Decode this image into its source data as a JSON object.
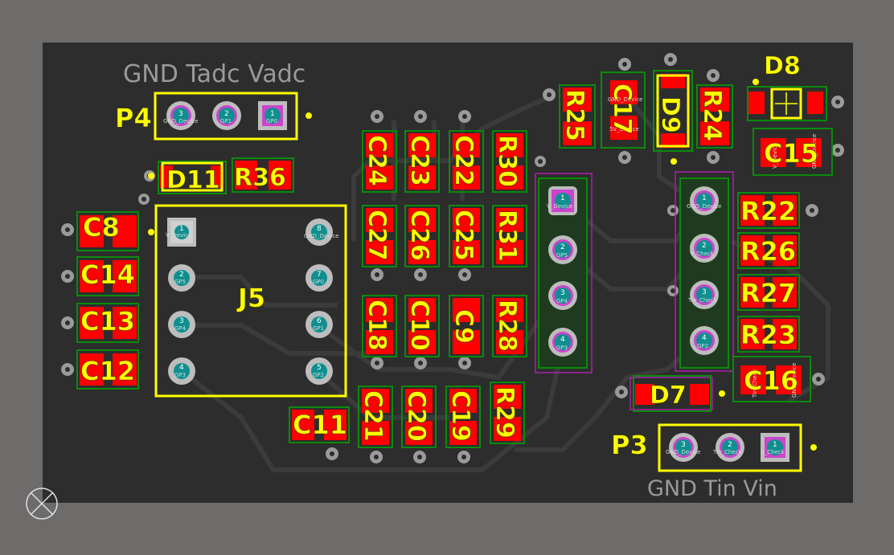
{
  "colors": {
    "background": "#6e6b6b",
    "board": "#2d2d2d",
    "trace": "#3a3a3a",
    "pad": "#ff0000",
    "silkscreen": "#ffff00",
    "courtyard": "#0b8a0b",
    "text_grey": "#9a9a9a"
  },
  "silk_text": {
    "top_left": "GND Tadc Vadc",
    "bottom_right": "GND Tin Vin"
  },
  "components": {
    "P4": "P4",
    "P3": "P3",
    "J5": "J5",
    "D11": "D11",
    "D9": "D9",
    "D8": "D8",
    "D7": "D7",
    "R36": "R36",
    "R25": "R25",
    "R24": "R24",
    "R30": "R30",
    "R31": "R31",
    "R28": "R28",
    "R29": "R29",
    "R22": "R22",
    "R26": "R26",
    "R27": "R27",
    "R23": "R23",
    "C8": "C8",
    "C14": "C14",
    "C13": "C13",
    "C12": "C12",
    "C11": "C11",
    "C24": "C24",
    "C23": "C23",
    "C22": "C22",
    "C27": "C27",
    "C26": "C26",
    "C25": "C25",
    "C18": "C18",
    "C10": "C10",
    "C9": "C9",
    "C21": "C21",
    "C20": "C20",
    "C19": "C19",
    "C17": "C17",
    "C15": "C15",
    "C16": "C16"
  },
  "pins": {
    "p4_1": "1",
    "p4_2": "2",
    "p4_3": "3",
    "p4_1_net": "GP0",
    "p4_2_net": "GP1",
    "p4_3_net": "GND_Device",
    "p3_1": "1",
    "p3_2": "2",
    "p3_3": "3",
    "p3_1_net": "V_Check",
    "p3_2_net": "Tin_Check",
    "p3_3_net": "GND_Device",
    "j5_1": "1",
    "j5_2": "2",
    "j5_3": "3",
    "j5_4": "4",
    "j5_5": "5",
    "j5_6": "6",
    "j5_7": "7",
    "j5_8": "8",
    "j5_1_net": "V_Device",
    "j5_2_net": "GP5",
    "j5_3_net": "GP4",
    "j5_4_net": "GP3",
    "j5_5_net": "GP2",
    "j5_6_net": "GP1",
    "j5_7_net": "GP0",
    "j5_8_net": "GND_Device",
    "hl_1": "1",
    "hl_2": "2",
    "hl_3": "3",
    "hl_4": "4",
    "hl_1_net": "V_Device",
    "hl_2_net": "GP5",
    "hl_3_net": "GP4",
    "hl_4_net": "GP3",
    "hr_1": "1",
    "hr_2": "2",
    "hr_3": "3",
    "hr_4": "4",
    "hr_1_net": "GND_Device",
    "hr_2_net": "V_Check",
    "hr_3_net": "Tin_Check",
    "hr_4_net": "GP2"
  },
  "pad_nets": {
    "c17_top": "GND_Device",
    "c17_bot": "5V_Device",
    "c15_left": "V_Device",
    "c15_right": "GND_Device",
    "c16_left": "Tin_Check",
    "c16_right": "GND_Device"
  }
}
